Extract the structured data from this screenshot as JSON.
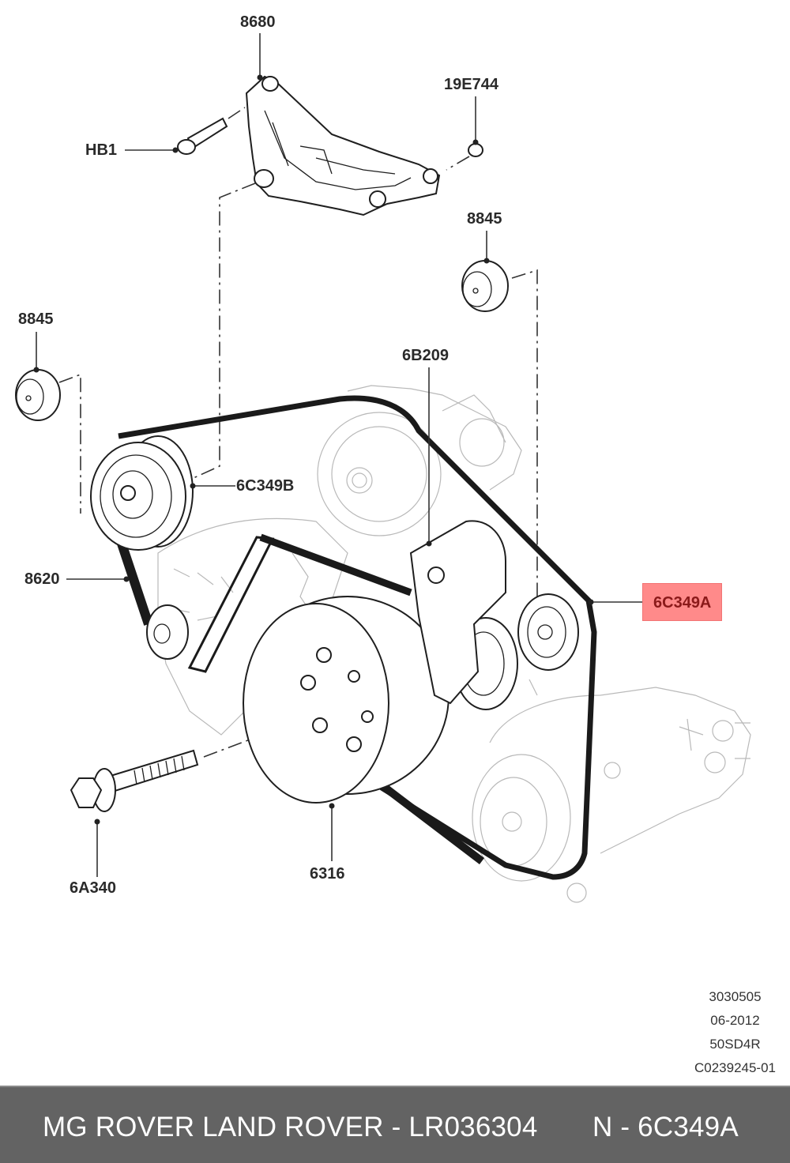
{
  "diagram": {
    "title": "Accessory drive belt assembly",
    "callouts": [
      {
        "id": "8680",
        "label": "8680"
      },
      {
        "id": "19E744",
        "label": "19E744"
      },
      {
        "id": "HB1",
        "label": "HB1"
      },
      {
        "id": "8845-right",
        "label": "8845"
      },
      {
        "id": "8845-left",
        "label": "8845"
      },
      {
        "id": "6B209",
        "label": "6B209"
      },
      {
        "id": "6C349B",
        "label": "6C349B"
      },
      {
        "id": "8620",
        "label": "8620"
      },
      {
        "id": "6C349A",
        "label": "6C349A",
        "highlighted": true
      },
      {
        "id": "6A340",
        "label": "6A340"
      },
      {
        "id": "6316",
        "label": "6316"
      }
    ],
    "highlight_color": "#ff8a8a",
    "highlight_text_color": "#8b1a1a"
  },
  "meta": {
    "lines": [
      "3030505",
      "06-2012",
      "50SD4R",
      "C0239245-01"
    ]
  },
  "banner": {
    "brand": "MG ROVER LAND ROVER - LR036304",
    "part": "N - 6C349A",
    "background": "#636363"
  }
}
